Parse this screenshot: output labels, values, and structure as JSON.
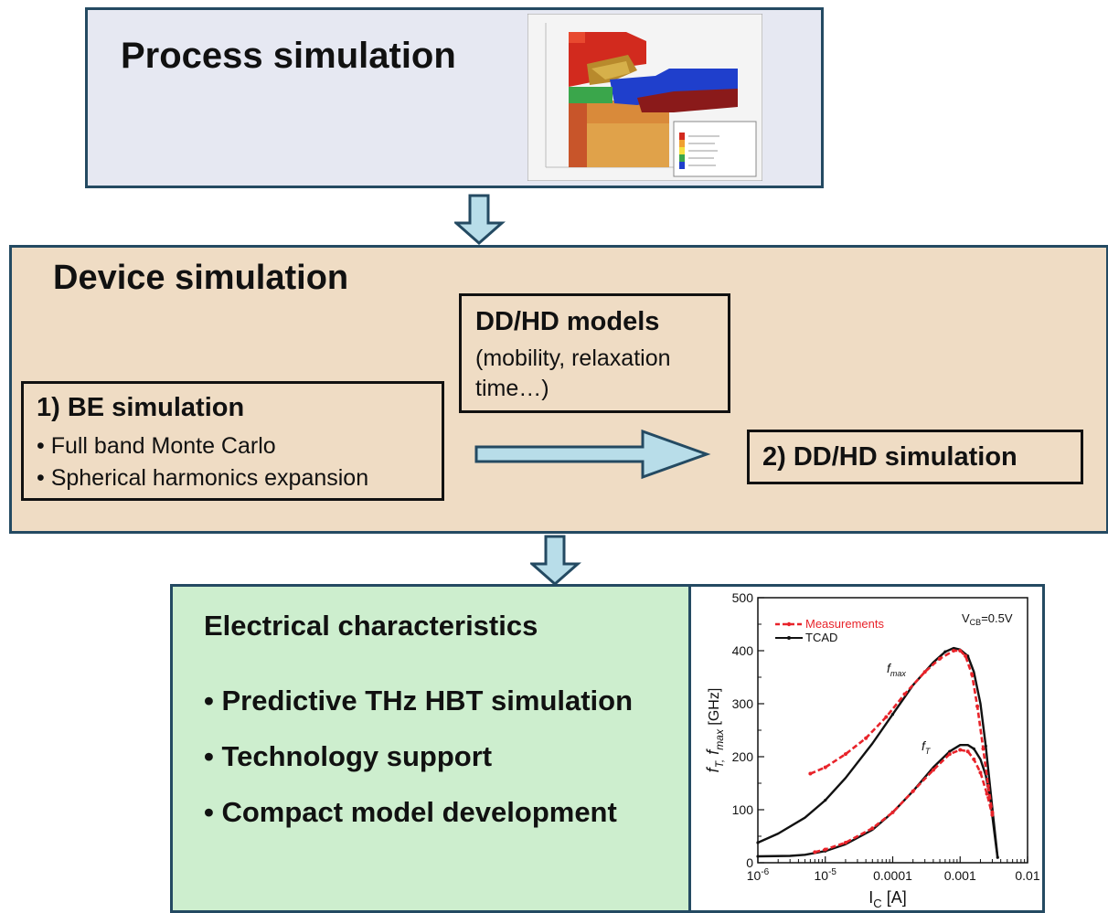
{
  "process": {
    "title": "Process simulation"
  },
  "device": {
    "title": "Device simulation",
    "be": {
      "title": "1) BE simulation",
      "bullets": [
        "• Full band Monte Carlo",
        "• Spherical harmonics expansion"
      ]
    },
    "models": {
      "title": "DD/HD models",
      "detail": "(mobility, relaxation time…)"
    },
    "ddhd": {
      "title": "2) DD/HD simulation"
    }
  },
  "electrical": {
    "title": "Electrical characteristics",
    "bullets": [
      "• Predictive THz HBT simulation",
      "• Technology support",
      "• Compact model development"
    ]
  },
  "colors": {
    "process_bg": "#e6e8f2",
    "device_bg": "#efdcc4",
    "electrical_bg": "#cdeece",
    "border": "#244a62",
    "arrow_fill": "#b8dde9",
    "measurement": "#e8232a",
    "tcad": "#111111"
  },
  "chart_data": {
    "type": "line",
    "x_scale": "log",
    "xlim": [
      1e-06,
      0.01
    ],
    "ylim": [
      0,
      500
    ],
    "x_ticks": [
      "10-6",
      "10-5",
      "0.0001",
      "0.001",
      "0.01"
    ],
    "y_ticks": [
      "0",
      "100",
      "200",
      "300",
      "400",
      "500"
    ],
    "xlabel": "IC [A]",
    "ylabel": "fT, fmax [GHz]",
    "annotation": "VCB=0.5V",
    "curve_labels": [
      "fmax",
      "fT"
    ],
    "legend": [
      "Measurements",
      "TCAD"
    ],
    "series": [
      {
        "name": "TCAD",
        "curve": "fmax",
        "x": [
          1e-06,
          2e-06,
          5e-06,
          1e-05,
          2e-05,
          5e-05,
          0.0001,
          0.0002,
          0.0004,
          0.0006,
          0.0008,
          0.001,
          0.0013,
          0.0016,
          0.002,
          0.0024,
          0.0028,
          0.0032,
          0.0036
        ],
        "y": [
          38,
          55,
          85,
          118,
          160,
          225,
          280,
          335,
          378,
          398,
          405,
          402,
          390,
          360,
          300,
          220,
          140,
          70,
          10
        ]
      },
      {
        "name": "TCAD",
        "curve": "fT",
        "x": [
          1e-06,
          3e-06,
          5e-06,
          1e-05,
          2e-05,
          5e-05,
          0.0001,
          0.0002,
          0.0004,
          0.0007,
          0.001,
          0.0013,
          0.0016,
          0.002,
          0.0024,
          0.0028,
          0.0032,
          0.0036
        ],
        "y": [
          12,
          13,
          15,
          22,
          35,
          62,
          95,
          135,
          180,
          210,
          222,
          222,
          215,
          195,
          165,
          120,
          60,
          8
        ]
      },
      {
        "name": "Measurements",
        "curve": "fmax",
        "x": [
          6e-06,
          1e-05,
          2e-05,
          4e-05,
          8e-05,
          0.00015,
          0.0003,
          0.0005,
          0.0008,
          0.001,
          0.0012,
          0.0015,
          0.0018,
          0.0022,
          0.0026,
          0.003
        ],
        "y": [
          168,
          180,
          205,
          235,
          275,
          318,
          360,
          385,
          400,
          400,
          390,
          355,
          295,
          215,
          145,
          95
        ]
      },
      {
        "name": "Measurements",
        "curve": "fT",
        "x": [
          7e-06,
          1e-05,
          2e-05,
          5e-05,
          0.0001,
          0.0002,
          0.0004,
          0.0007,
          0.001,
          0.0013,
          0.0016,
          0.002,
          0.0025,
          0.003
        ],
        "y": [
          20,
          25,
          38,
          65,
          95,
          135,
          175,
          205,
          213,
          210,
          195,
          170,
          130,
          90
        ]
      }
    ]
  }
}
